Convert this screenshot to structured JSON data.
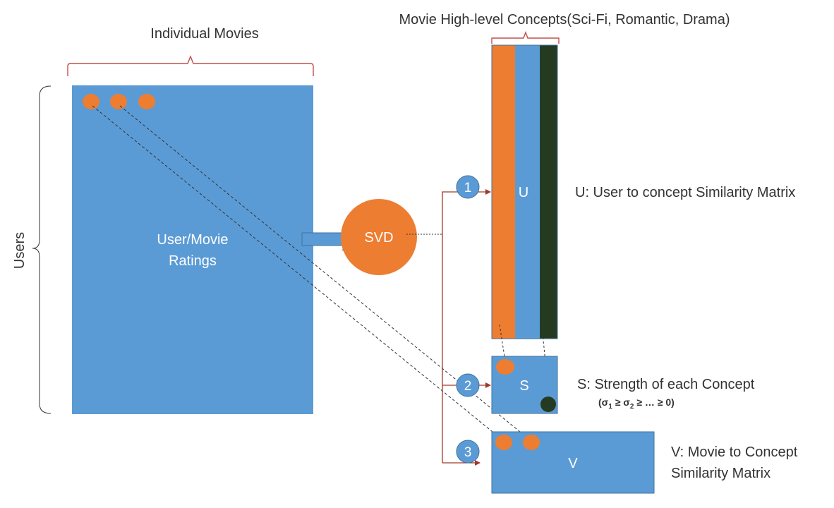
{
  "title_concepts": "Movie High-level Concepts(Sci-Fi, Romantic, Drama)",
  "title_movies": "Individual Movies",
  "users_label": "Users",
  "ratings_matrix": {
    "label_line1": "User/Movie",
    "label_line2": "Ratings"
  },
  "svd_label": "SVD",
  "step_numbers": [
    "1",
    "2",
    "3"
  ],
  "matrices": {
    "u": {
      "letter": "U",
      "description": "U: User to concept Similarity Matrix"
    },
    "s": {
      "letter": "S",
      "description": "S: Strength of each Concept",
      "sigma_1": "1",
      "sigma_2": "2",
      "sigma_ordering_prefix": "(",
      "sigma_symbol": "σ",
      "geq": " ≥ ",
      "ellipsis": "…",
      "zero": "0",
      "suffix": ")"
    },
    "v": {
      "letter": "V",
      "description_line1": "V: Movie to Concept",
      "description_line2": "Similarity Matrix"
    }
  },
  "colors": {
    "blue": "#5b9bd5",
    "orange": "#ed7d31",
    "dark_green": "#243b22",
    "bracket": "#c0504d",
    "connector": "#9e3a2a",
    "text": "#333333"
  }
}
